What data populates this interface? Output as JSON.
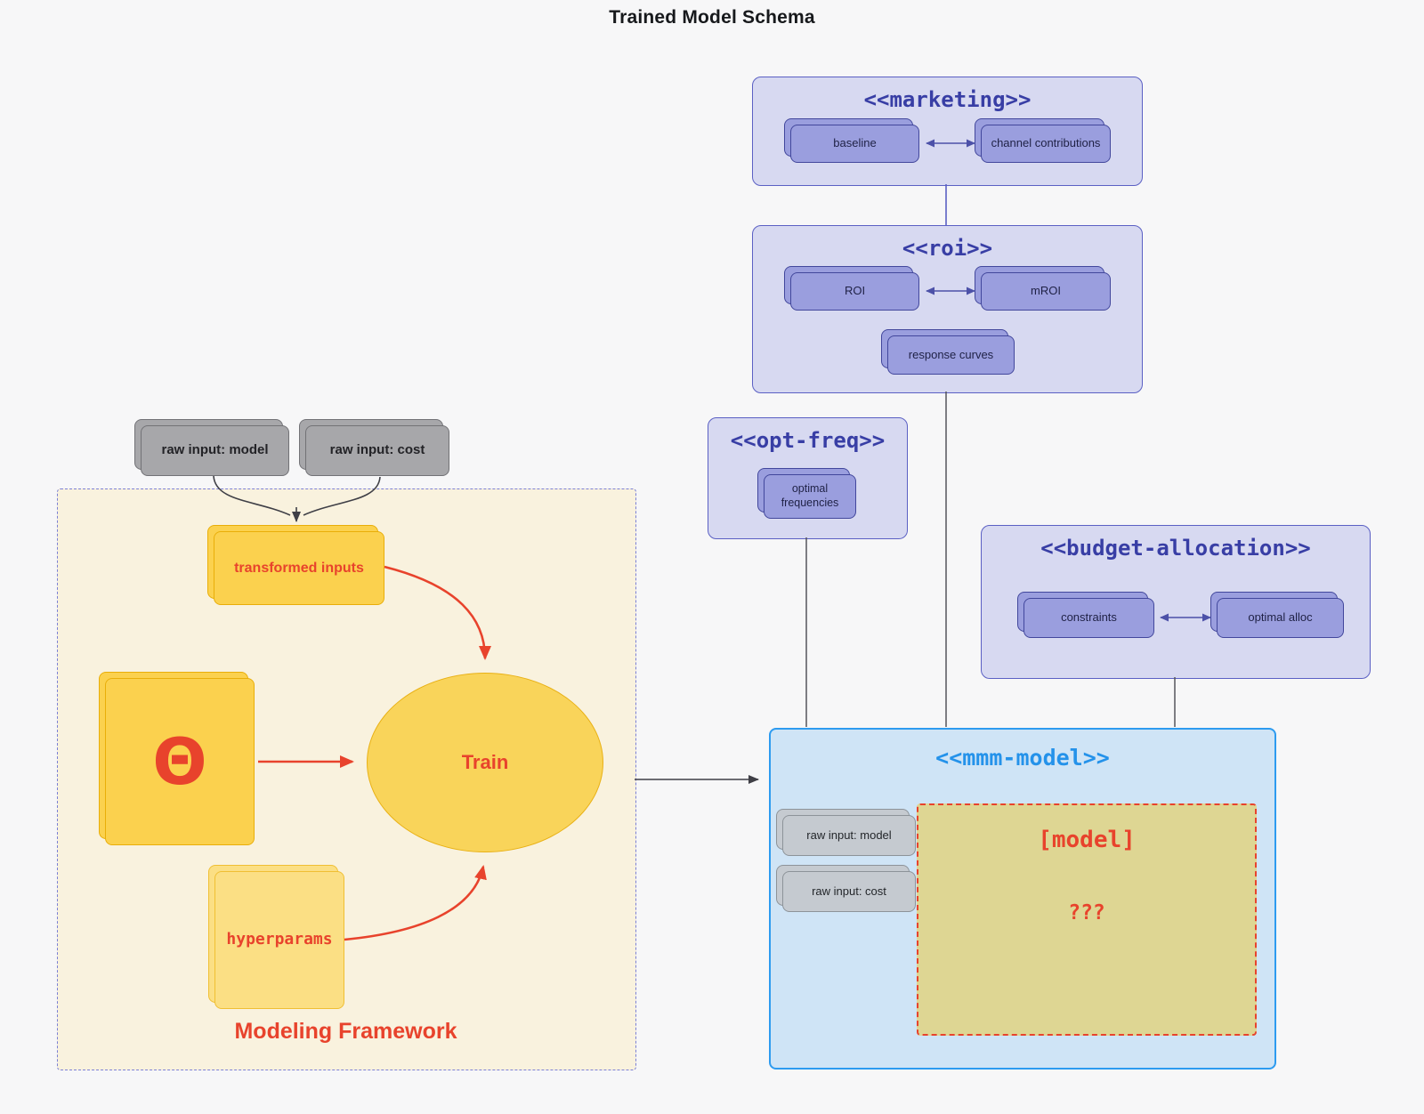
{
  "title": "Trained Model Schema",
  "colors": {
    "page_bg": "#f7f7f8",
    "lavender_container": "#d7d9f1",
    "indigo_border": "#5b60c4",
    "indigo_title": "#383ea5",
    "lavender_node": "#9a9ede",
    "blue_container": "#cfe4f6",
    "blue_border": "#2d9bf0",
    "blue_title": "#2492ea",
    "cream_framework": "#f9f2de",
    "yellow_node": "#fbd14e",
    "yellow_light_node": "#fbdf84",
    "khaki_model_box": "#ded693",
    "red_accent": "#e8432c",
    "gray_node_dark": "#a7a7aa",
    "gray_node_light": "#c5cad0",
    "wire_dark": "#3f3f46",
    "wire_indigo": "#4c51a8"
  },
  "containers": {
    "marketing": {
      "title": "<<marketing>>",
      "nodes": {
        "baseline": "baseline",
        "channel": "channel contributions"
      }
    },
    "roi": {
      "title": "<<roi>>",
      "nodes": {
        "roi": "ROI",
        "mroi": "mROI",
        "response": "response curves"
      }
    },
    "opt_freq": {
      "title": "<<opt-freq>>",
      "nodes": {
        "optimal_frequencies": "optimal frequencies"
      }
    },
    "budget_allocation": {
      "title": "<<budget-allocation>>",
      "nodes": {
        "constraints": "constraints",
        "optimal_alloc": "optimal alloc"
      }
    },
    "mmm_model": {
      "title": "<<mmm-model>>",
      "nodes": {
        "raw_model": "raw input: model",
        "raw_cost": "raw input: cost"
      },
      "model_box": {
        "title": "[model]",
        "body": "???"
      }
    }
  },
  "framework": {
    "label": "Modeling Framework",
    "nodes": {
      "raw_model": "raw input: model",
      "raw_cost": "raw input: cost",
      "transformed": "transformed inputs",
      "theta": "Θ",
      "hyperparams": "hyperparams",
      "train": "Train"
    }
  }
}
